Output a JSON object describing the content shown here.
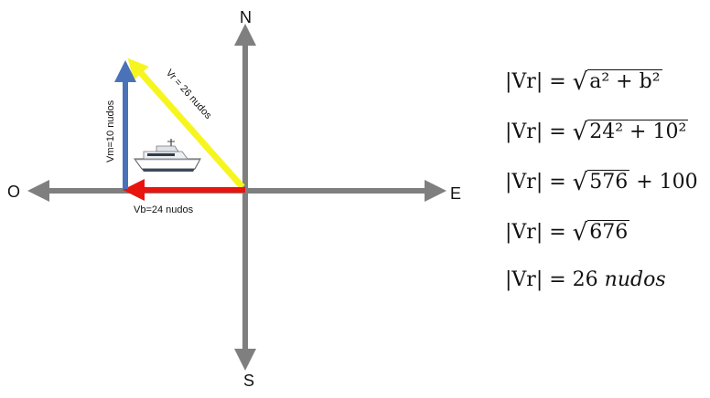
{
  "diagram": {
    "cardinals": {
      "north": "N",
      "south": "S",
      "east": "E",
      "west": "O"
    },
    "vectors": {
      "vm": {
        "label": "Vm=10 nudos",
        "color": "#4a72b8"
      },
      "vb": {
        "label": "Vb=24 nudos",
        "color": "#e8140f"
      },
      "vr": {
        "label": "Vr = 26 nudos",
        "color": "#f7f520"
      }
    },
    "axis_color": "#7f7f7f",
    "boat_icon": "boat-icon"
  },
  "equations": {
    "lhs": "|Vr|",
    "eq1": {
      "eq": "=",
      "sqrt_content": "a² + b²"
    },
    "eq2": {
      "eq": "=",
      "sqrt_content": "24² + 10²"
    },
    "eq3": {
      "eq": "=",
      "sqrt_content": "576",
      "tail": "+ 100"
    },
    "eq4": {
      "eq": "=",
      "sqrt_content": "676"
    },
    "eq5": {
      "eq": "= 26",
      "unit": "nudos"
    }
  }
}
